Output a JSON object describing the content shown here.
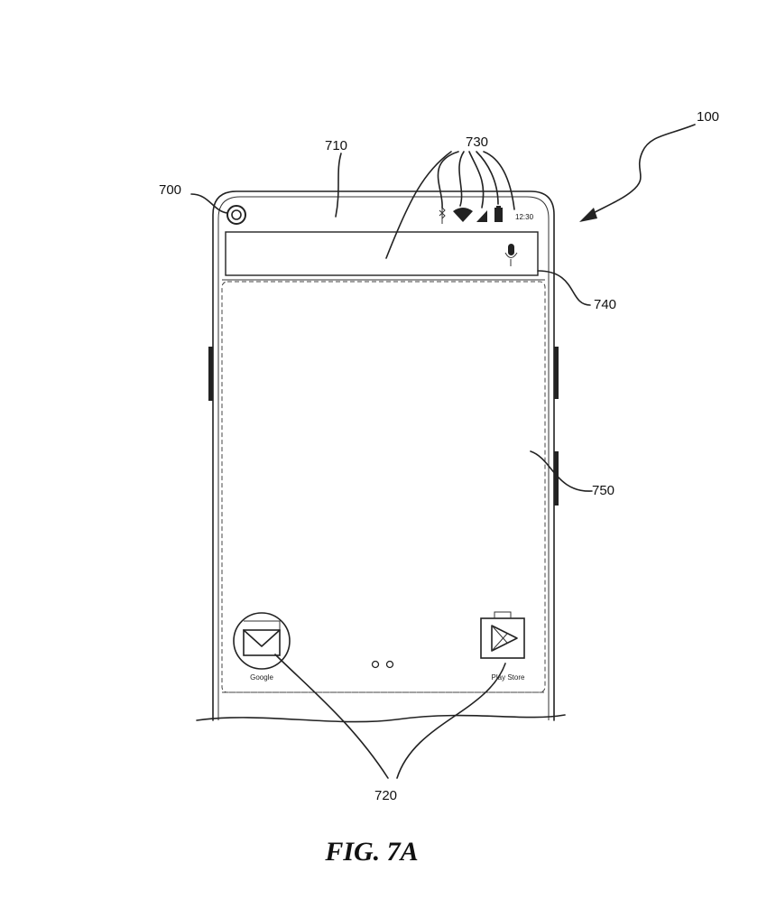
{
  "figure": {
    "caption": "FIG. 7A",
    "reference_numerals": {
      "device": "100",
      "camera": "700",
      "status_bar": "710",
      "app_icons": "720",
      "status_indicators": "730",
      "search_bar": "740",
      "home_screen": "750"
    }
  },
  "phone": {
    "status_bar": {
      "time": "12:30",
      "icons": [
        "bluetooth-icon",
        "wifi-icon",
        "cellular-signal-icon",
        "battery-icon"
      ]
    },
    "search_bar": {
      "icon": "microphone-icon"
    },
    "home_screen": {
      "apps": [
        {
          "label": "Google",
          "icon": "mail-icon"
        },
        {
          "label": "Play Store",
          "icon": "play-store-icon"
        }
      ],
      "page_indicator_count": 2
    }
  },
  "colors": {
    "line": "#222222",
    "background": "#ffffff"
  }
}
